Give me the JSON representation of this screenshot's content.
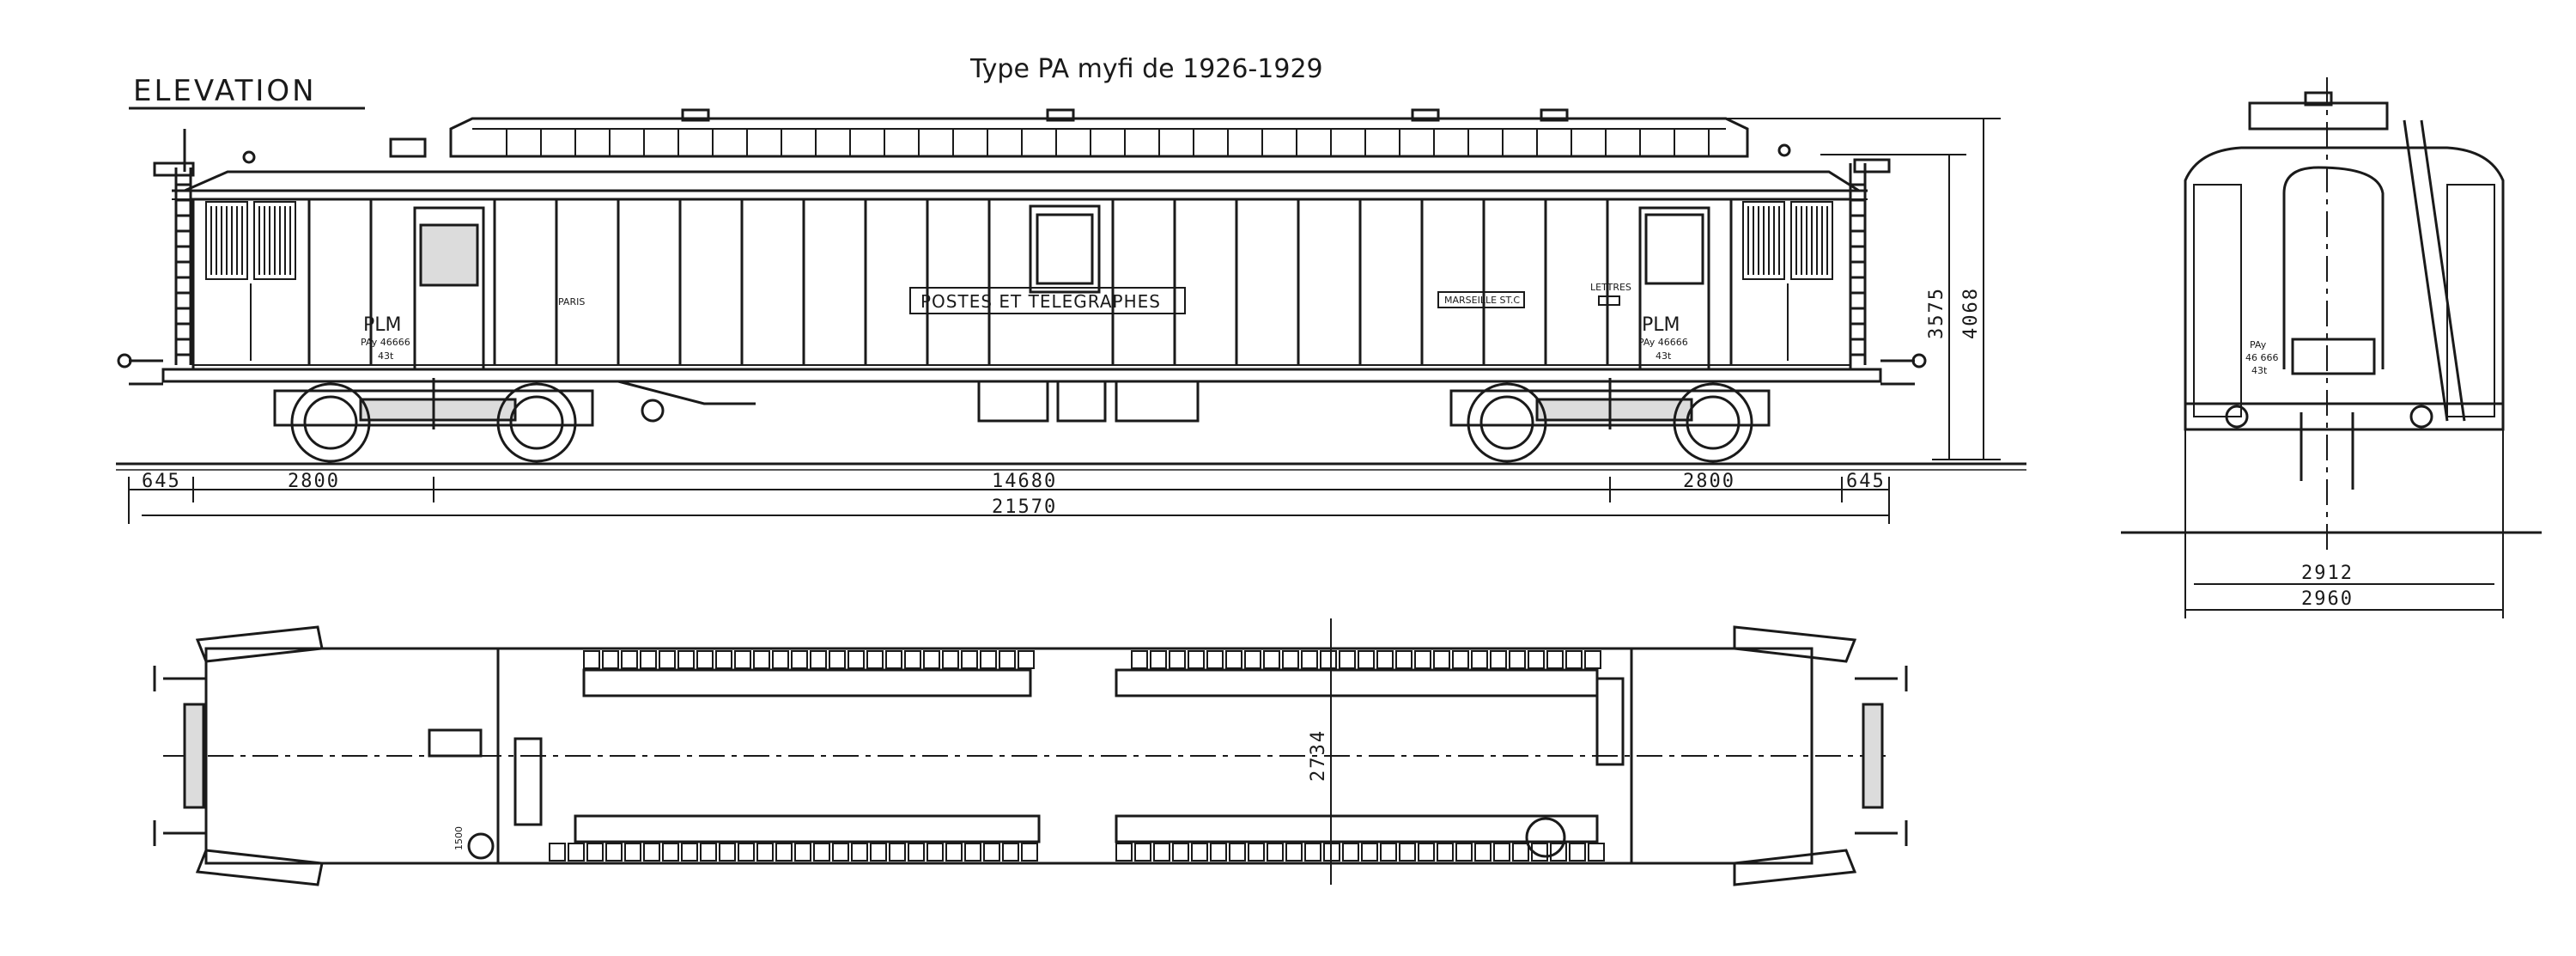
{
  "title": "Type PA myfi de 1926-1929",
  "view_heading": "ELEVATION",
  "elevation": {
    "plate_text": "POSTES ET TELEGRAPHES",
    "left_marking": {
      "company": "PLM",
      "line1": "PAy 46666",
      "line2": "43t"
    },
    "right_marking": {
      "company": "PLM",
      "line1": "PAy 46666",
      "line2": "43t"
    },
    "city_label": "PARIS",
    "route_label": "MARSEILLE ST.C",
    "letters_label": "LETTRES",
    "dimensions": {
      "end_overhang_left": "645",
      "bogie_wheelbase_left": "2800",
      "bogie_centres": "14680",
      "bogie_wheelbase_right": "2800",
      "end_overhang_right": "645",
      "length_over_buffers": "21570",
      "body_height": "3575",
      "total_height": "4068"
    }
  },
  "end_view": {
    "marking_line1": "PAy",
    "marking_line2": "46 666",
    "marking_line3": "43t",
    "width_body": "2912",
    "width_total": "2960"
  },
  "plan": {
    "interior_width": "2734",
    "door_width": "1500"
  }
}
